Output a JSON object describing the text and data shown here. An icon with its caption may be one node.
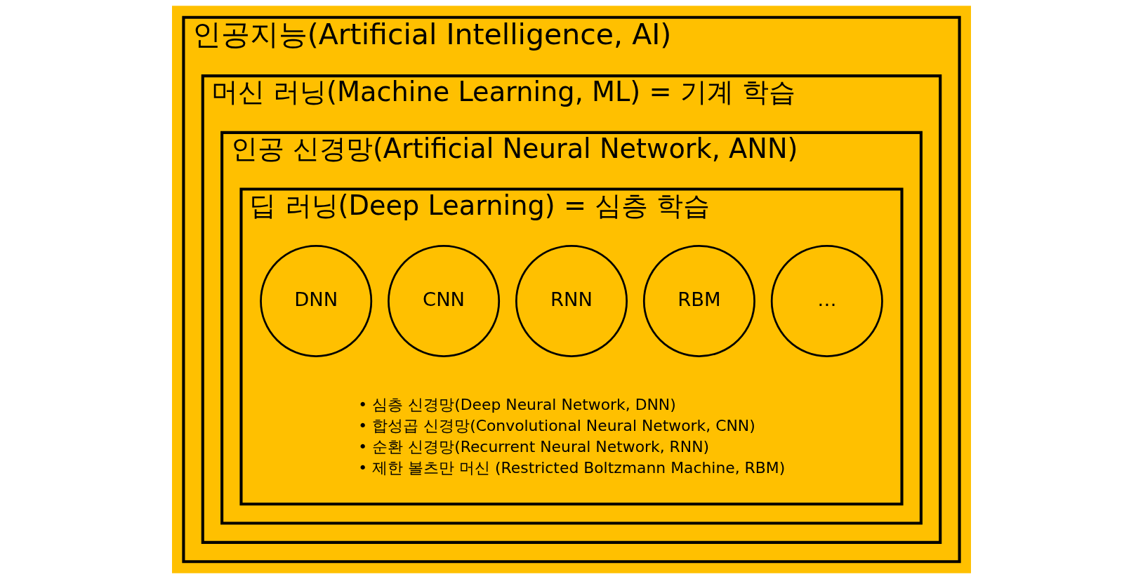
{
  "diagram": {
    "nodes": [
      {
        "text": [
          "인공지능(Artificial Intelligence, AI)"
        ]
      },
      {
        "text": [
          "머신 러닝(Machine Learning, ML) = 기계 학습"
        ],
        "in": 0
      },
      {
        "text": [
          "인공 신경망(Artificial Neural Network, ANN)"
        ],
        "in": 1
      },
      {
        "text": [
          "딥 러닝(Deep Learning) = 심층 학습"
        ],
        "in": 2
      },
      {
        "text": [
          "DNN"
        ],
        "in": 3
      },
      {
        "text": [
          "CNN"
        ],
        "in": 3
      },
      {
        "text": [
          "RNN"
        ],
        "in": 3
      },
      {
        "text": [
          "RBM"
        ],
        "in": 3
      },
      {
        "text": [
          "…"
        ],
        "in": 3
      }
    ],
    "edges": [],
    "labels": [
      "• 심층 신경망(Deep Neural Network, DNN)",
      "• 합성곱 신경망(Convolutional Neural Network, CNN)",
      "• 순환 신경망(Recurrent Neural Network, RNN)",
      "• 제한 볼츠만 머신 (Restricted Boltzmann Machine, RBM)"
    ]
  }
}
